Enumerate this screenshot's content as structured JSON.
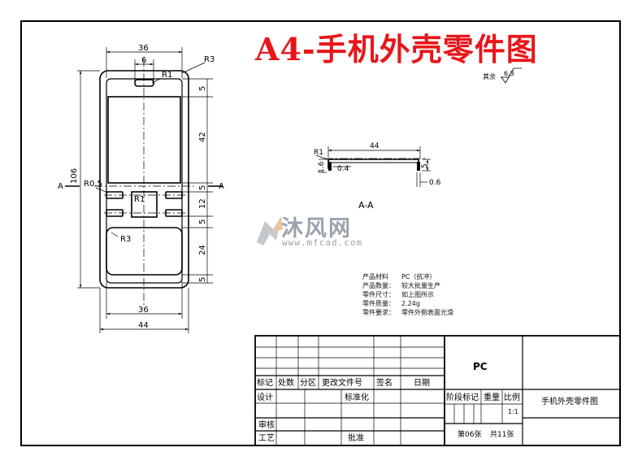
{
  "title": "A4-手机外壳零件图",
  "front_view": {
    "dim_top_width": "36",
    "dim_slot": "6",
    "dim_corner_radius": "R3",
    "dim_slot_radius": "R1",
    "dim_height": "106",
    "dim_bottom_inner": "36",
    "dim_bottom_outer": "44",
    "dim_key_radius": "R0.5",
    "dim_center_radius": "R1",
    "dim_lower_radius": "R3",
    "section_mark": "A",
    "right_dims": [
      "5",
      "42",
      "5",
      "12",
      "5",
      "24",
      "5"
    ]
  },
  "section_view": {
    "label": "A-A",
    "dim_width": "44",
    "dim_radius": "R1",
    "dim_height_left": "1.6",
    "dim_thickness": "0.4",
    "dim_height_right": "5",
    "dim_offset": "0.6"
  },
  "roughness": {
    "prefix": "其余",
    "value": "6.3"
  },
  "notes": [
    {
      "label": "产品材料",
      "value": "PC（抗冲）"
    },
    {
      "label": "产品数量：",
      "value": "较大批量生产"
    },
    {
      "label": "零件尺寸：",
      "value": "如上图所示"
    },
    {
      "label": "零件质量：",
      "value": "2.24g"
    },
    {
      "label": "零件要求：",
      "value": "零件外侧表面光滑"
    }
  ],
  "watermark": {
    "brand": "沐风网",
    "url": "www.mfcad.com"
  },
  "title_block": {
    "material": "PC",
    "headers": [
      "标记",
      "处数",
      "分区",
      "更改文件号",
      "签名",
      "日期"
    ],
    "design": "设计",
    "standardize": "标准化",
    "stage_mark": "阶段标记",
    "weight": "重量",
    "scale": "比例",
    "scale_value": "1:1",
    "part_name": "手机外壳零件图",
    "review": "审核",
    "process": "工艺",
    "approve": "批准",
    "sheet_no": "第06张",
    "sheet_total": "共11张"
  }
}
